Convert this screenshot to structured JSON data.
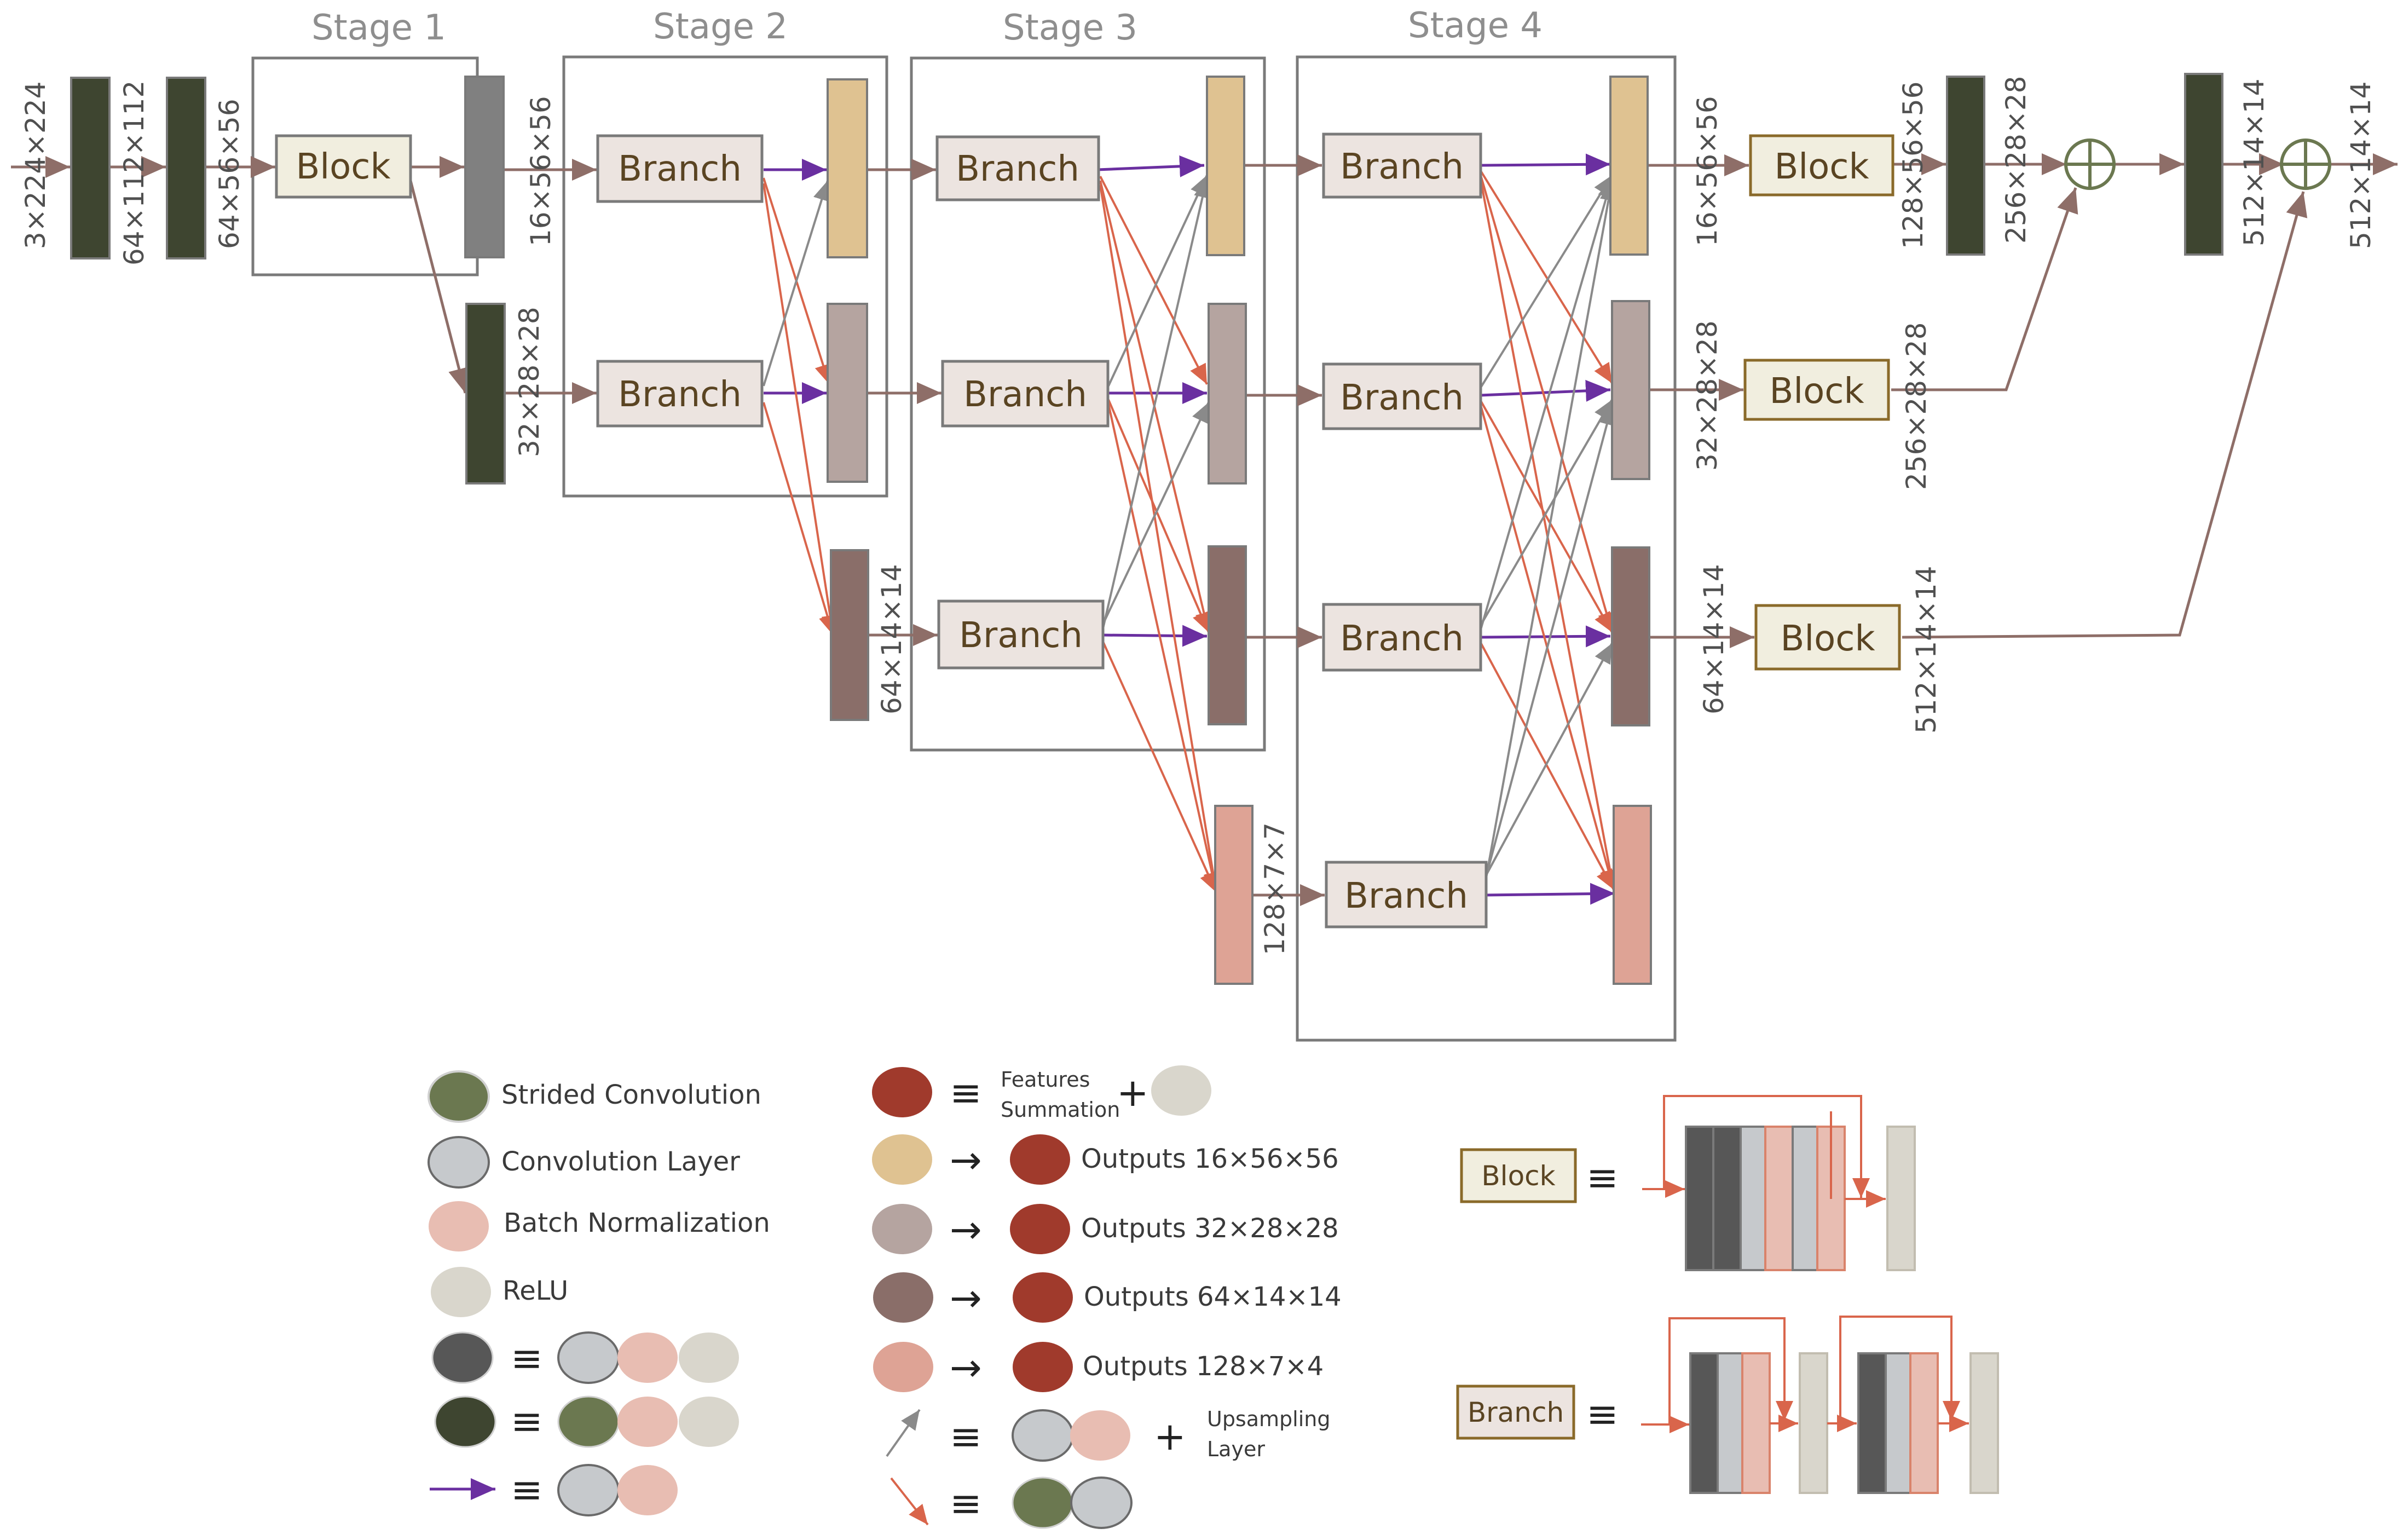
{
  "colors": {
    "dark_green": "#3e4530",
    "olive": "#6b7850",
    "mid_gray": "#808080",
    "dark_gray": "#575757",
    "light_gray": "#c6c9cc",
    "pink": "#e8bdb2",
    "relu": "#d9d6cc",
    "tan": "#dfc291",
    "mauve": "#b5a4a0",
    "brown": "#8a6e69",
    "salmon": "#dea395",
    "rust": "#a03a2c",
    "purple": "#6a2fa0",
    "orange": "#d9654b",
    "gray_arrow": "#8a8a8a",
    "main_arrow": "#8e6e68",
    "stage_border": "#7a7a7a",
    "box_fill": "#ece4e0",
    "block_fill": "#f1eedf",
    "block_border": "#8a6a2a",
    "plus_color": "#6b7850"
  },
  "stages": {
    "stage1": "Stage 1",
    "stage2": "Stage 2",
    "stage3": "Stage 3",
    "stage4": "Stage 4"
  },
  "boxes": {
    "block": "Block",
    "branch": "Branch"
  },
  "dims": {
    "input": "3×224×224",
    "c1": "64×112×112",
    "c2": "64×56×56",
    "s1_out": "16×56×56",
    "s1_down": "32×28×28",
    "s2_down": "64×14×14",
    "s3_down": "128×7×7",
    "s4_top": "16×56×56",
    "s4_mid": "32×28×28",
    "s4_low": "64×14×14",
    "blk1_out": "128×56×56",
    "blk2_out": "256×28×28",
    "blk3_out": "512×14×14",
    "conv_after1": "256×28×28",
    "conv_after2": "512×14×14",
    "final": "512×14×14"
  },
  "legend": {
    "strided": "Strided Convolution",
    "conv": "Convolution Layer",
    "bn": "Batch Normalization",
    "relu": "ReLU",
    "features_line1": "Features",
    "features_line2": "Summation",
    "out1": "Outputs 16×56×56",
    "out2": "Outputs 32×28×28",
    "out3": "Outputs 64×14×14",
    "out4": "Outputs 128×7×4",
    "upsample_line1": "Upsampling",
    "upsample_line2": "Layer",
    "equiv": "≡",
    "plus": "+",
    "arrow": "→",
    "block_def": "Block",
    "branch_def": "Branch"
  }
}
